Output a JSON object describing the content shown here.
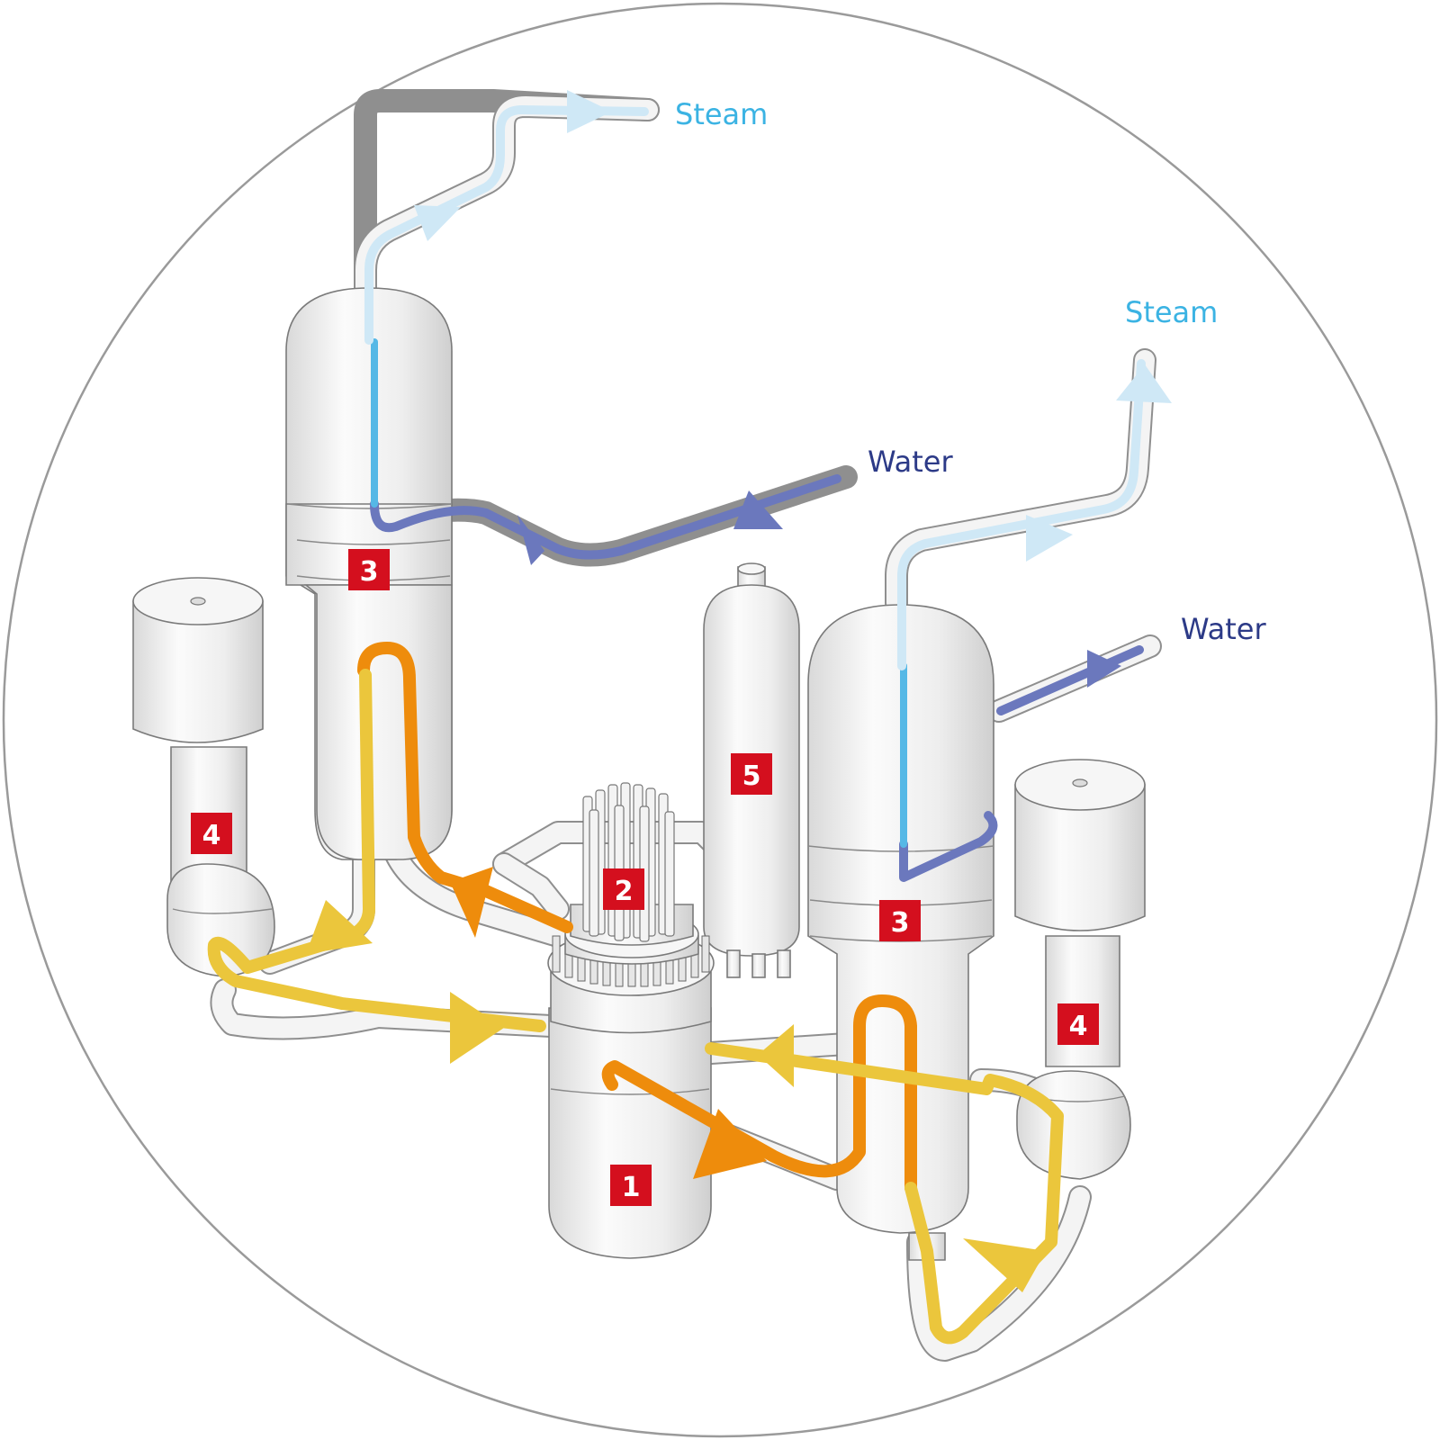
{
  "labels": {
    "steam_top": "Steam",
    "steam_right": "Steam",
    "water_top": "Water",
    "water_right": "Water"
  },
  "components": {
    "reactor": "1",
    "control_drives": "2",
    "steam_generator_left": "3",
    "steam_generator_right": "3",
    "pump_left": "4",
    "pump_right": "4",
    "pressurizer": "5"
  },
  "colors": {
    "hot_leg": "#ee8c0c",
    "cold_leg": "#ebc63c",
    "feedwater": "#6b78bd",
    "steam": "#55b8e6",
    "steam_label": "#3bb3e3",
    "water_label": "#2c3a87",
    "badge": "#d40f1e"
  }
}
